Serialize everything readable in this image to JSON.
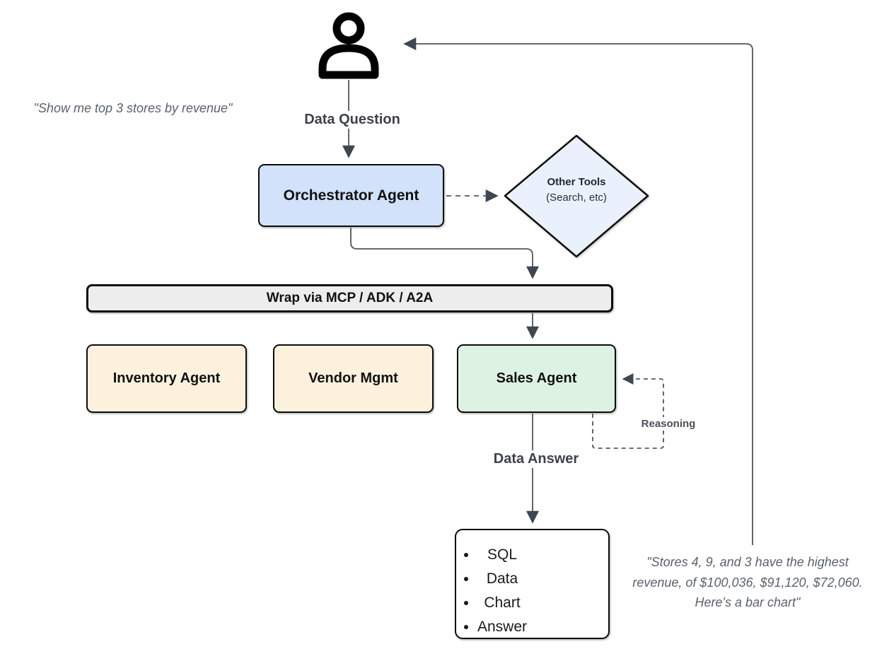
{
  "quotes": {
    "left": "\"Show me top 3 stores by revenue\"",
    "right": "\"Stores 4, 9, and 3 have the highest\nrevenue, of $100,036, $91,120, $72,060.\nHere's a bar chart\""
  },
  "labels": {
    "data_question": "Data Question",
    "data_answer": "Data Answer",
    "reasoning": "Reasoning"
  },
  "nodes": {
    "orchestrator": "Orchestrator Agent",
    "other_tools": {
      "title": "Other Tools",
      "subtitle": "(Search, etc)"
    },
    "wrap_bar": "Wrap via MCP / ADK / A2A",
    "inventory": "Inventory Agent",
    "vendor": "Vendor Mgmt",
    "sales": "Sales Agent"
  },
  "output_box": {
    "items": [
      "SQL",
      "Data",
      "Chart",
      "Answer"
    ]
  },
  "icons": {
    "user": "person-icon"
  },
  "colors": {
    "orchestrator_fill": "#d3e2fb",
    "diamond_fill": "#eaf1fc",
    "agent_fill": "#fbf1dc",
    "sales_fill": "#ddf2e2",
    "bar_fill": "#ededed",
    "line_color": "#4e555e",
    "arrow_color": "#3f4650",
    "quote_color": "#5b626e",
    "label_color": "#3d4249"
  }
}
